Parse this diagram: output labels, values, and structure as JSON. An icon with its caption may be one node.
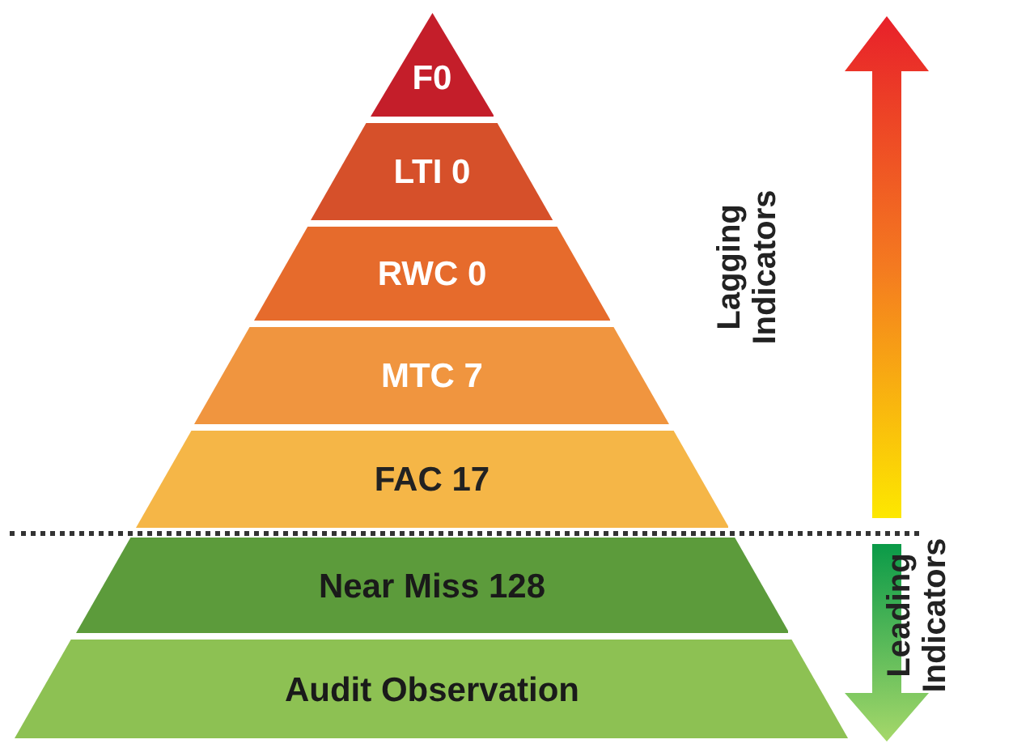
{
  "diagram": {
    "nodes": [
      {
        "text": [
          "F0"
        ]
      },
      {
        "text": [
          "LTI 0"
        ]
      },
      {
        "text": [
          "RWC 0"
        ]
      },
      {
        "text": [
          "MTC 7"
        ]
      },
      {
        "text": [
          "FAC 17"
        ]
      },
      {
        "text": [
          "Near Miss 128"
        ]
      },
      {
        "text": [
          "Audit Observation"
        ]
      }
    ],
    "labels": [
      "Lagging Indicators",
      "Leading Indicators"
    ]
  }
}
